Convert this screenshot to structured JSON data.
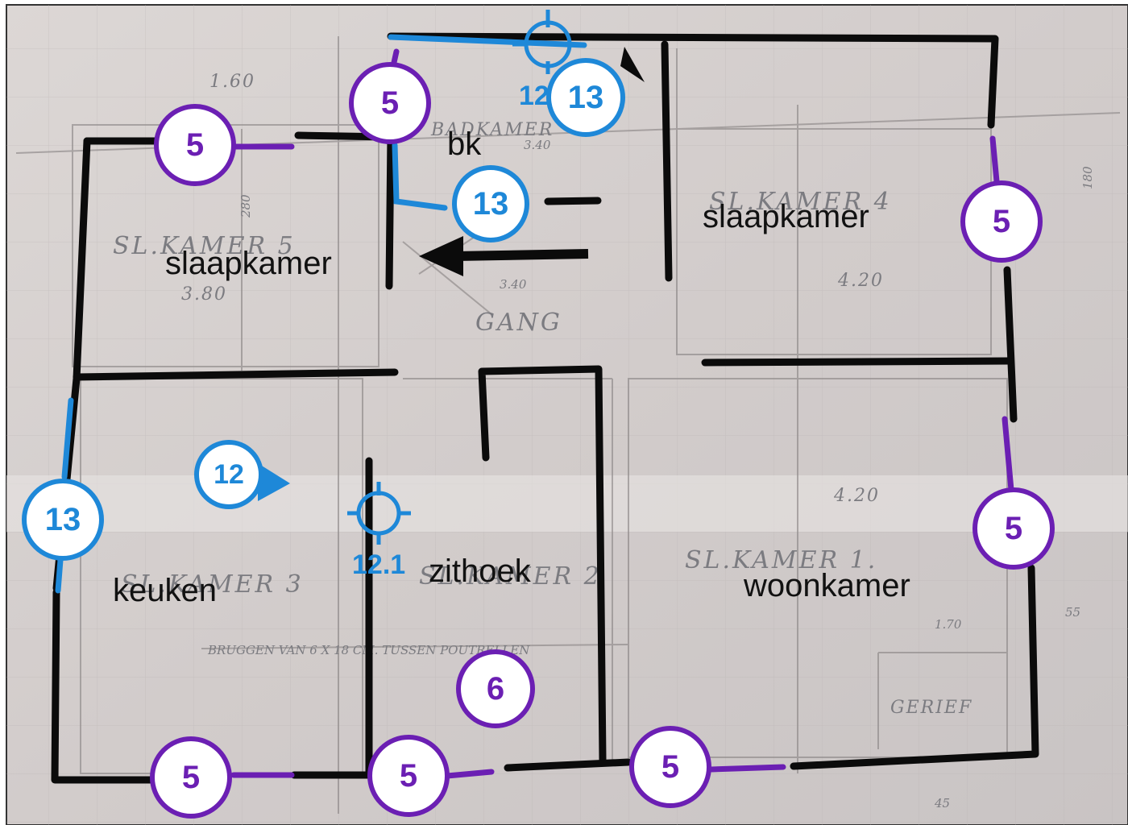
{
  "scan_labels": {
    "room1": "SL.KAMER 1.",
    "room2": "SL.KAMER 2",
    "room3": "SL.KAMER 3",
    "room4": "SL.KAMER 4",
    "room5": "SL.KAMER 5",
    "badkamer": "BADKAMER",
    "gang": "GANG",
    "gerief": "GERIEF",
    "note": "BRUGGEN VAN 6 X 18 CM. TUSSEN POUTRELLEN",
    "dim_160": "1.60",
    "dim_340a": "3.40",
    "dim_340b": "3.40",
    "dim_380": "3.80",
    "dim_420a": "4.20",
    "dim_420b": "4.20",
    "dim_280": "280",
    "dim_55": "55",
    "dim_45": "45",
    "dim_170": "1.70",
    "dim_180": "180"
  },
  "rooms": {
    "bk": "bk",
    "slaapkamer_left": "slaapkamer",
    "slaapkamer_right": "slaapkamer",
    "keuken": "keuken",
    "zithoek": "zithoek",
    "woonkamer": "woonkamer"
  },
  "badges": {
    "purple_5": "5",
    "purple_6": "6",
    "blue_13": "13",
    "blue_12": "12",
    "tag_121": "12.1",
    "tag_12_partial": "12"
  },
  "colors": {
    "wall": "#0b0b0b",
    "purple": "#6b1fb3",
    "blue": "#1e88d8",
    "paper": "#d9d4d2"
  }
}
